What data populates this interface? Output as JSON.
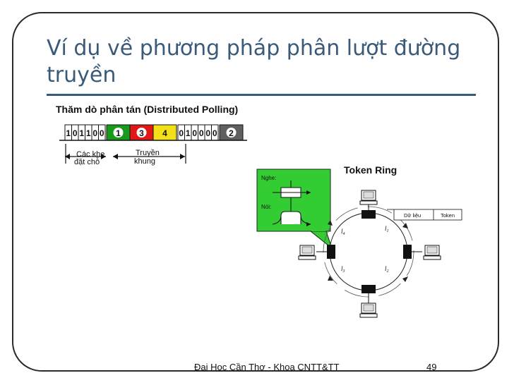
{
  "slide": {
    "title": "Ví dụ về phương pháp phân lượt đường truyền",
    "subtitle": "Thăm dò phân tán (Distributed Polling)",
    "token_ring_label": "Token Ring",
    "footer": "Đại Học Cần Thơ - Khoa CNTT&TT",
    "page_number": "49"
  },
  "slot_bar": {
    "bits_left": [
      "1",
      "0",
      "1",
      "1",
      "0",
      "0"
    ],
    "frames": [
      {
        "label": "1",
        "color": "#1a9a1a"
      },
      {
        "label": "3",
        "color": "#e01818"
      },
      {
        "label": "4",
        "color": "#f2e018"
      }
    ],
    "bits_right": [
      "0",
      "1",
      "0",
      "0",
      "0",
      "0"
    ],
    "last_frame": {
      "label": "2",
      "color": "#606060"
    },
    "arrow_left_label_1": "Các khe",
    "arrow_left_label_2": "đặt chỗ",
    "arrow_right_label_1": "Truyền",
    "arrow_right_label_2": "khung"
  },
  "station_detail": {
    "listen_label": "Nghe:",
    "talk_label": "Nói:",
    "bg_color": "#33cc33"
  },
  "ring": {
    "data_label": "Dữ liệu",
    "token_label": "Token",
    "segment_labels": [
      "l",
      "l",
      "l",
      "l"
    ],
    "segment_subscripts": [
      "1",
      "2",
      "3",
      "4"
    ]
  }
}
